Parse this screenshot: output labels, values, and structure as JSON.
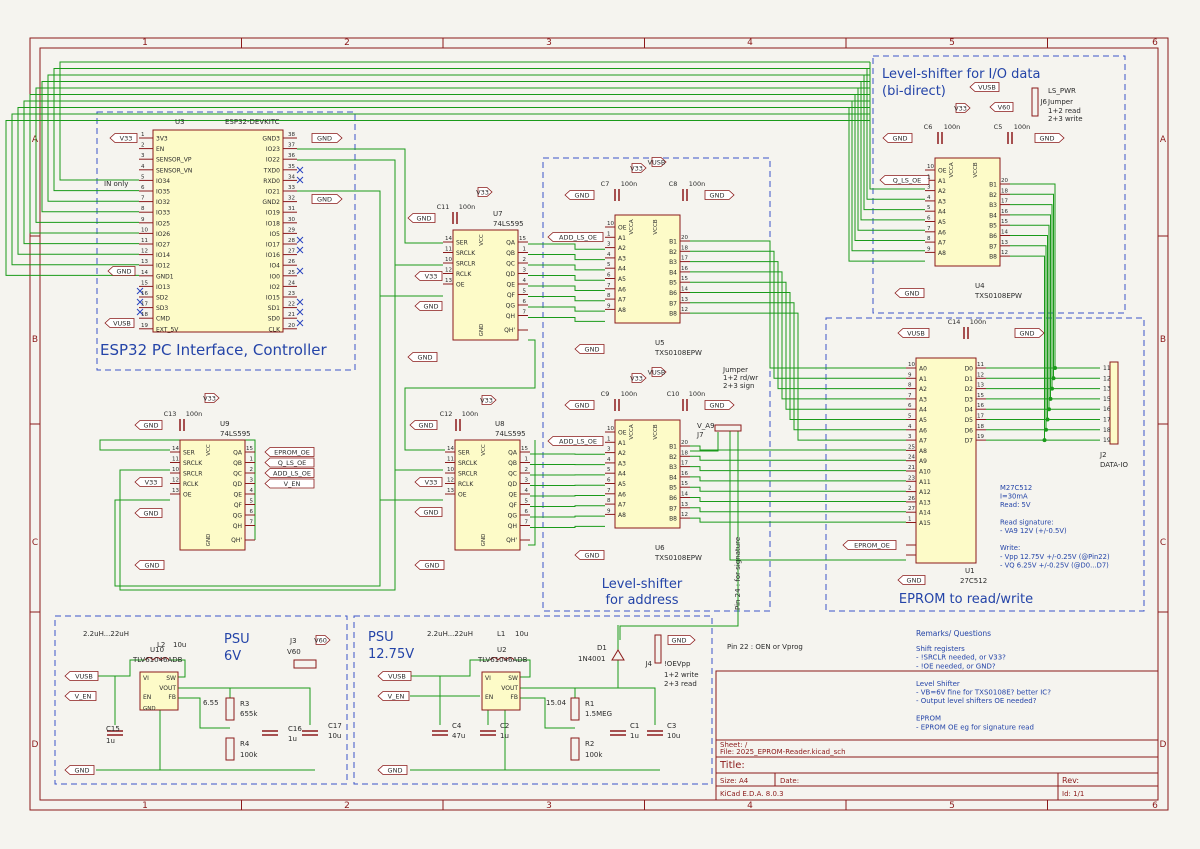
{
  "colors": {
    "wire": "#1a9a1a",
    "ic_fill": "#fdfbc8",
    "ic_stroke": "#8b1a1a",
    "frame": "#8b1a1a",
    "box": "#3a55c8",
    "bg": "#f5f4ef"
  },
  "border": {
    "cols": [
      "1",
      "2",
      "3",
      "4",
      "5",
      "6"
    ],
    "rows": [
      "A",
      "B",
      "C",
      "D"
    ]
  },
  "groups": {
    "esp": "ESP32 PC Interface, Controller",
    "iodata": "Level-shifter for I/O data",
    "iodata2": "(bi-direct)",
    "addr": "Level-shifter",
    "addr2": "for address",
    "eprom": "EPROM to read/write",
    "psu6": "PSU",
    "psu6b": "6V",
    "psu12": "PSU",
    "psu12b": "12.75V"
  },
  "u3": {
    "ref": "U3",
    "part": "ESP32-DEVKITC",
    "left_pins": [
      [
        "1",
        "3V3"
      ],
      [
        "2",
        "EN"
      ],
      [
        "3",
        "SENSOR_VP"
      ],
      [
        "4",
        "SENSOR_VN"
      ],
      [
        "5",
        "IO34"
      ],
      [
        "6",
        "IO35"
      ],
      [
        "7",
        "IO32"
      ],
      [
        "8",
        "IO33"
      ],
      [
        "9",
        "IO25"
      ],
      [
        "10",
        "IO26"
      ],
      [
        "11",
        "IO27"
      ],
      [
        "12",
        "IO14"
      ],
      [
        "13",
        "IO12"
      ],
      [
        "14",
        "GND1"
      ],
      [
        "15",
        "IO13"
      ],
      [
        "16",
        "SD2"
      ],
      [
        "17",
        "SD3"
      ],
      [
        "18",
        "CMD"
      ],
      [
        "19",
        "EXT_5V"
      ]
    ],
    "right_pins": [
      [
        "38",
        "GND3"
      ],
      [
        "37",
        "IO23"
      ],
      [
        "36",
        "IO22"
      ],
      [
        "35",
        "TXD0"
      ],
      [
        "34",
        "RXD0"
      ],
      [
        "33",
        "IO21"
      ],
      [
        "32",
        "GND2"
      ],
      [
        "31",
        "IO19"
      ],
      [
        "30",
        "IO18"
      ],
      [
        "29",
        "IO5"
      ],
      [
        "28",
        "IO17"
      ],
      [
        "27",
        "IO16"
      ],
      [
        "26",
        "IO4"
      ],
      [
        "25",
        "IO0"
      ],
      [
        "24",
        "IO2"
      ],
      [
        "23",
        "IO15"
      ],
      [
        "22",
        "SD1"
      ],
      [
        "21",
        "SD0"
      ],
      [
        "20",
        "CLK"
      ]
    ],
    "note": "IN only"
  },
  "u7": {
    "ref": "U7",
    "part": "74LS595"
  },
  "u9": {
    "ref": "U9",
    "part": "74LS595"
  },
  "u8": {
    "ref": "U8",
    "part": "74LS595"
  },
  "u5": {
    "ref": "U5",
    "part": "TXS0108EPW"
  },
  "u6": {
    "ref": "U6",
    "part": "TXS0108EPW"
  },
  "u4": {
    "ref": "U4",
    "part": "TXS0108EPW"
  },
  "u1": {
    "ref": "U1",
    "part": "27C512",
    "info": [
      "M27C512",
      "I=30mA",
      "Read: 5V",
      "",
      "Read signature:",
      "- VA9 12V (+/-0.5V)",
      "",
      "Write:",
      "- Vpp 12.75V +/-0.25V (@Pin22)",
      "- VQ 6.25V +/-0.25V (@D0...D7)"
    ]
  },
  "sr_pins_left": [
    [
      "14",
      "SER"
    ],
    [
      "11",
      "SRCLK"
    ],
    [
      "10",
      "SRCLR"
    ],
    [
      "12",
      "RCLK"
    ],
    [
      "13",
      "OE"
    ]
  ],
  "sr_pins_right": [
    [
      "15",
      "QA"
    ],
    [
      "1",
      "QB"
    ],
    [
      "2",
      "QC"
    ],
    [
      "3",
      "QD"
    ],
    [
      "4",
      "QE"
    ],
    [
      "5",
      "QF"
    ],
    [
      "6",
      "QG"
    ],
    [
      "7",
      "QH"
    ],
    [
      "9",
      "QH'"
    ]
  ],
  "tx_left": [
    [
      "10",
      "OE"
    ],
    [
      "1",
      "A1"
    ],
    [
      "3",
      "A2"
    ],
    [
      "4",
      "A3"
    ],
    [
      "5",
      "A4"
    ],
    [
      "6",
      "A5"
    ],
    [
      "7",
      "A6"
    ],
    [
      "8",
      "A7"
    ],
    [
      "9",
      "A8"
    ]
  ],
  "tx_right": [
    [
      "20",
      "B1"
    ],
    [
      "18",
      "B2"
    ],
    [
      "17",
      "B3"
    ],
    [
      "16",
      "B4"
    ],
    [
      "15",
      "B5"
    ],
    [
      "14",
      "B6"
    ],
    [
      "13",
      "B7"
    ],
    [
      "12",
      "B8"
    ]
  ],
  "eprom_left": [
    [
      "10",
      "A0"
    ],
    [
      "9",
      "A1"
    ],
    [
      "8",
      "A2"
    ],
    [
      "7",
      "A3"
    ],
    [
      "6",
      "A4"
    ],
    [
      "5",
      "A5"
    ],
    [
      "4",
      "A6"
    ],
    [
      "3",
      "A7"
    ],
    [
      "25",
      "A8"
    ],
    [
      "24",
      "A9"
    ],
    [
      "21",
      "A10"
    ],
    [
      "23",
      "A11"
    ],
    [
      "2",
      "A12"
    ],
    [
      "26",
      "A13"
    ],
    [
      "27",
      "A14"
    ],
    [
      "1",
      "A15"
    ]
  ],
  "eprom_right": [
    [
      "11",
      "D0"
    ],
    [
      "12",
      "D1"
    ],
    [
      "13",
      "D2"
    ],
    [
      "15",
      "D3"
    ],
    [
      "16",
      "D4"
    ],
    [
      "17",
      "D5"
    ],
    [
      "18",
      "D6"
    ],
    [
      "19",
      "D7"
    ]
  ],
  "labels": {
    "vusb": "VUSB",
    "v33": "V33",
    "gnd": "GND",
    "v60": "V60",
    "ven": "V_EN",
    "ls_pwr": "LS_PWR",
    "add_ls_oe": "ADD_LS_OE",
    "q_ls_oe": "Q_LS_OE",
    "eprom_oe": "EPROM_OE",
    "va9": "V_A9",
    "u9_out": [
      "EPROM_OE",
      "Q_LS_OE",
      "ADD_LS_OE",
      "V_EN"
    ],
    "j2": "J2",
    "j2v": "DATA-IO",
    "j6": "J6",
    "j6_t": "Jumper",
    "j6_1": "1+2 read",
    "j6_2": "2+3 write",
    "j7": "J7",
    "j7_t": "Jumper",
    "j7_1": "1+2 rd/wr",
    "j7_2": "2+3 sign",
    "j4": "J4",
    "j4v": "!OEVpp",
    "j4_1": "1+2 write",
    "j4_2": "2+3 read",
    "j3": "J3",
    "pin24": "Pin 24 : for signature",
    "pin22": "Pin 22 : OEN or Vprog"
  },
  "caps": {
    "c6": "C6",
    "c6v": "100n",
    "c5": "C5",
    "c5v": "100n",
    "c7": "C7",
    "c7v": "100n",
    "c8": "C8",
    "c8v": "100n",
    "c9": "C9",
    "c9v": "100n",
    "c10": "C10",
    "c10v": "100n",
    "c11": "C11",
    "c11v": "100n",
    "c12": "C12",
    "c12v": "100n",
    "c13": "C13",
    "c13v": "100n",
    "c14": "C14",
    "c14v": "100n"
  },
  "psu6": {
    "ind": "2.2uH...22uH",
    "l": "L2",
    "lv": "10u",
    "u": "U10",
    "uv": "TLV61046ADB",
    "vnode": "6.55",
    "r3": "R3",
    "r3v": "655k",
    "r4": "R4",
    "r4v": "100k",
    "c15": "C15",
    "c15v": "1u",
    "c16": "C16",
    "c16v": "1u",
    "c17": "C17",
    "c17v": "10u"
  },
  "psu12": {
    "ind": "2.2uH...22uH",
    "l": "L1",
    "lv": "10u",
    "u": "U2",
    "uv": "TLV61046ADB",
    "vnode": "15.04",
    "r1": "R1",
    "r1v": "1.5MEG",
    "r2": "R2",
    "r2v": "100k",
    "c4": "C4",
    "c4v": "47u",
    "c2": "C2",
    "c2v": "1u",
    "c1": "C1",
    "c1v": "1u",
    "c3": "C3",
    "c3v": "10u",
    "d1": "D1",
    "d1v": "1N4001"
  },
  "ic_pins": {
    "vi": "VI",
    "en": "EN",
    "sw": "SW",
    "vout": "VOUT",
    "fb": "FB",
    "gnd_pin": "GND",
    "vcca": "VCCA",
    "vccb": "VCCB",
    "vcc": "VCC",
    "qh": "QH'"
  },
  "remarks": {
    "title": "Remarks/ Questions",
    "lines": [
      "Shift registers",
      "- !SRCLR needed, or V33?",
      "- !OE needed, or GND?",
      "",
      "Level Shifter",
      "- VB=6V fine for TXS0108E? better IC?",
      "- Output level shifters OE needed?",
      "",
      "EPROM",
      "- EPROM OE eg for signature read"
    ]
  },
  "titleblock": {
    "sheet": "Sheet: /",
    "file": "File: 2025_EPROM-Reader.kicad_sch",
    "title": "Title:",
    "size": "Size: A4",
    "date": "Date:",
    "rev": "Rev:",
    "tool": "KiCad E.D.A. 8.0.3",
    "id": "Id: 1/1"
  }
}
